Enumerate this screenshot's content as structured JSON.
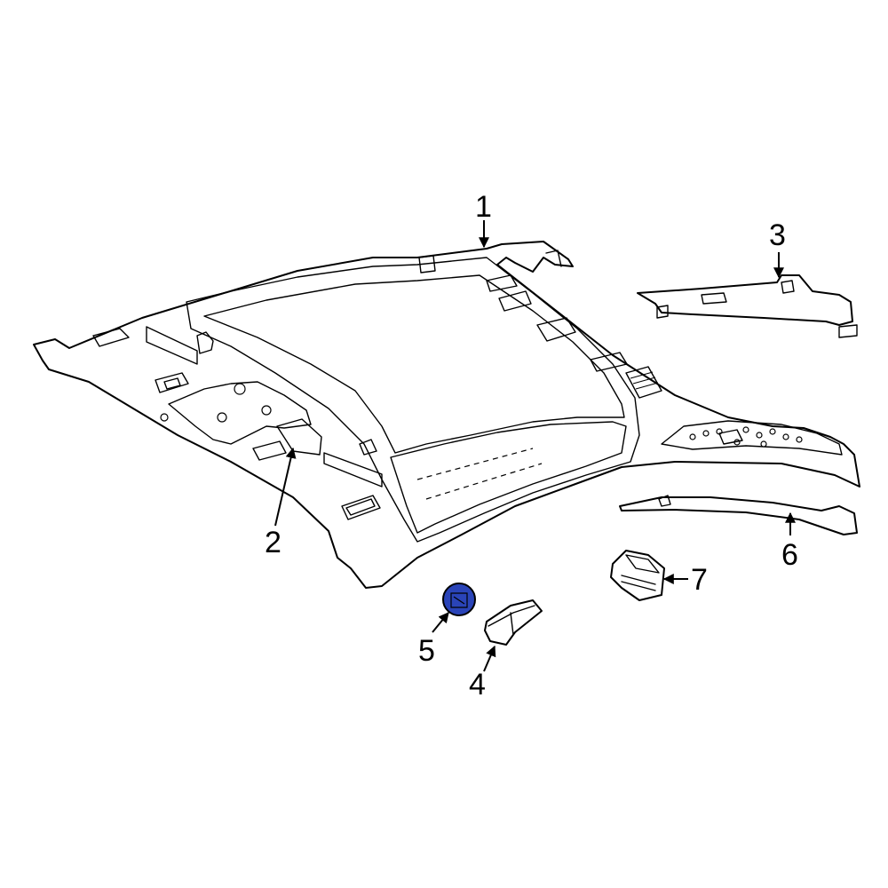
{
  "diagram": {
    "callouts": [
      "1",
      "2",
      "3",
      "4",
      "5",
      "6",
      "7"
    ],
    "highlight_color": "#2a44b8",
    "line_color": "#000000",
    "background_color": "#ffffff"
  }
}
